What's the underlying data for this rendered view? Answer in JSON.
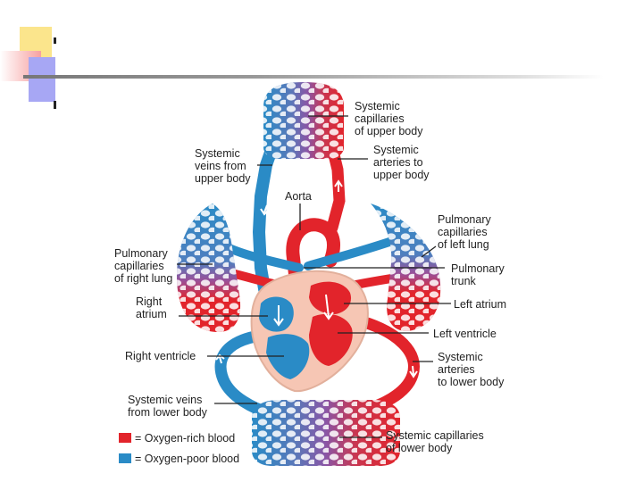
{
  "colors": {
    "oxygen_rich": "#e2242b",
    "oxygen_poor": "#2a8bc6",
    "mixed": "#8a55a5",
    "heart_tissue": "#f6c6b4"
  },
  "labels": {
    "systemic_cap_upper": [
      "Systemic",
      "capillaries",
      "of upper body"
    ],
    "systemic_veins_upper": [
      "Systemic",
      "veins from",
      "upper body"
    ],
    "systemic_arteries_upper": [
      "Systemic",
      "arteries to",
      "upper body"
    ],
    "aorta": [
      "Aorta"
    ],
    "pulm_cap_left": [
      "Pulmonary",
      "capillaries",
      "of left lung"
    ],
    "pulm_cap_right": [
      "Pulmonary",
      "capillaries",
      "of right lung"
    ],
    "pulm_trunk": [
      "Pulmonary",
      "trunk"
    ],
    "right_atrium": [
      "Right",
      "atrium"
    ],
    "left_atrium": [
      "Left atrium"
    ],
    "left_ventricle": [
      "Left ventricle"
    ],
    "right_ventricle": [
      "Right ventricle"
    ],
    "systemic_arteries_lower": [
      "Systemic",
      "arteries",
      "to lower body"
    ],
    "systemic_veins_lower": [
      "Systemic veins",
      "from lower body"
    ],
    "systemic_cap_lower": [
      "Systemic capillaries",
      "of lower body"
    ]
  },
  "legend": [
    {
      "text": "= Oxygen-rich blood",
      "color": "#e2242b"
    },
    {
      "text": "= Oxygen-poor blood",
      "color": "#2a8bc6"
    }
  ]
}
